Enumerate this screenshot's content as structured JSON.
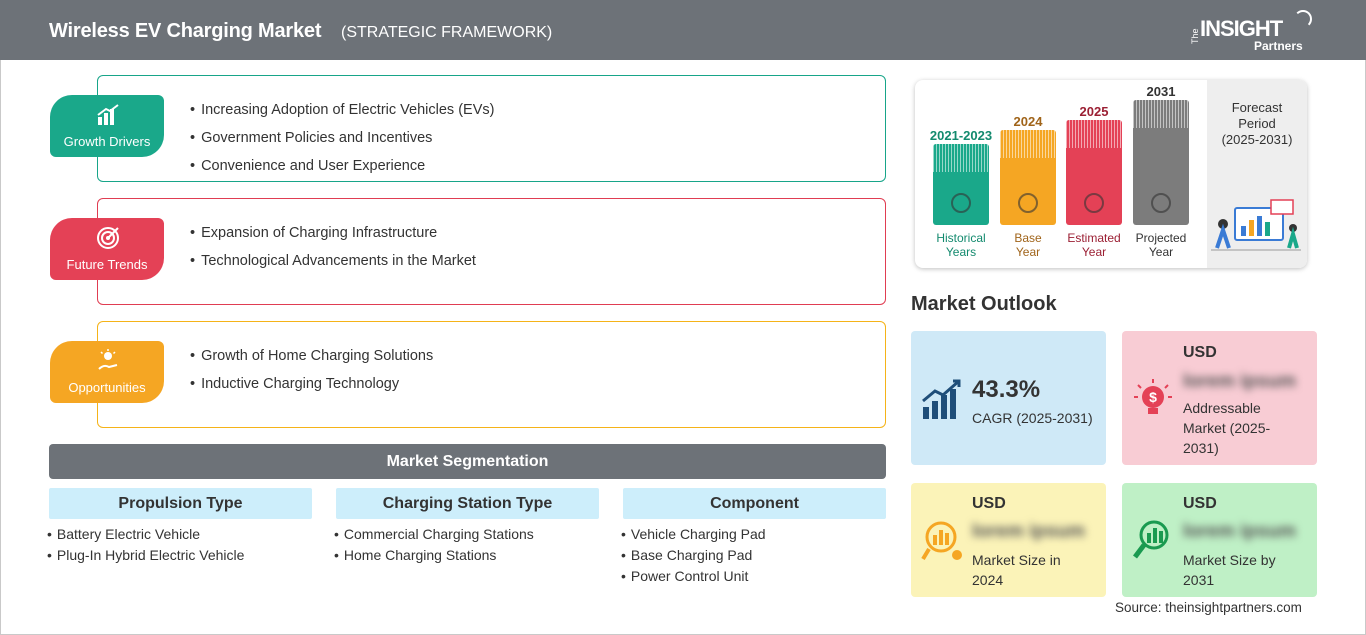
{
  "header": {
    "title": "Wireless EV Charging Market",
    "subtitle": "(STRATEGIC FRAMEWORK)",
    "logo": {
      "the": "The",
      "insight": "INSIGHT",
      "partners": "Partners"
    }
  },
  "framework": {
    "growth_drivers": {
      "label": "Growth Drivers",
      "color": "#1aa88a",
      "items": [
        "Increasing Adoption of Electric Vehicles (EVs)",
        "Government Policies and Incentives",
        "Convenience and User Experience"
      ]
    },
    "future_trends": {
      "label": "Future Trends",
      "color": "#e44156",
      "items": [
        "Expansion of Charging Infrastructure",
        "Technological Advancements in the Market"
      ]
    },
    "opportunities": {
      "label": "Opportunities",
      "color": "#f5a623",
      "items": [
        "Growth of Home Charging Solutions",
        "Inductive Charging Technology"
      ]
    }
  },
  "segmentation": {
    "title": "Market Segmentation",
    "columns": [
      {
        "heading": "Propulsion Type",
        "items": [
          "Battery Electric Vehicle",
          "Plug-In Hybrid Electric Vehicle"
        ]
      },
      {
        "heading": "Charging Station Type",
        "items": [
          "Commercial Charging Stations",
          "Home Charging Stations"
        ]
      },
      {
        "heading": "Component",
        "items": [
          "Vehicle Charging Pad",
          "Base Charging Pad",
          "Power Control Unit"
        ]
      }
    ]
  },
  "timeline": {
    "periods": [
      {
        "year": "2021-2023",
        "label": "Historical Years",
        "label_l1": "Historical",
        "label_l2": "Years",
        "color": "#1aa88a",
        "year_color": "#138a6e",
        "icon": "history-icon"
      },
      {
        "year": "2024",
        "label": "Base Year",
        "label_l1": "Base",
        "label_l2": "Year",
        "color": "#f5a623",
        "year_color": "#a0641a",
        "icon": "calendar-icon"
      },
      {
        "year": "2025",
        "label": "Estimated Year",
        "label_l1": "Estimated",
        "label_l2": "Year",
        "color": "#e44156",
        "year_color": "#9b1f33",
        "icon": "estimate-icon"
      },
      {
        "year": "2031",
        "label": "Projected Year",
        "label_l1": "Projected",
        "label_l2": "Year",
        "color": "#7c7c7c",
        "year_color": "#333333",
        "icon": "presentation-icon"
      }
    ],
    "forecast_title_l1": "Forecast",
    "forecast_title_l2": "Period",
    "forecast_range": "(2025-2031)"
  },
  "outlook": {
    "title": "Market Outlook",
    "cagr": {
      "value": "43.3%",
      "label": "CAGR (2025-2031)",
      "icon": "growth-chart-icon"
    },
    "addressable": {
      "currency": "USD",
      "value": "lorem ipsum",
      "label_l1": "Addressable",
      "label_l2": "Market (2025-",
      "label_l3": "2031)",
      "icon": "lightbulb-dollar-icon"
    },
    "size_2024": {
      "currency": "USD",
      "value": "lorem ipsum",
      "label_l1": "Market Size in",
      "label_l2": "2024",
      "icon": "money-chart-icon"
    },
    "size_2031": {
      "currency": "USD",
      "value": "lorem ipsum",
      "label_l1": "Market Size by",
      "label_l2": "2031",
      "icon": "magnifier-chart-icon"
    }
  },
  "source": "Source: theinsightpartners.com"
}
